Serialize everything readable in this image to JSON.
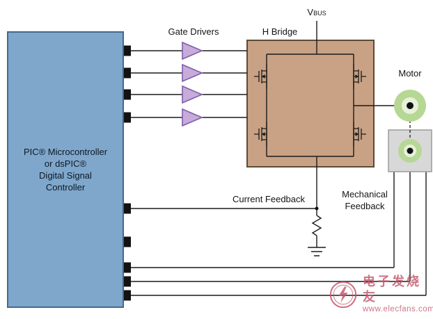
{
  "controller": {
    "lines": [
      "PIC® Microcontroller",
      "or dsPIC®",
      "Digital Signal",
      "Controller"
    ]
  },
  "labels": {
    "gate_drivers": "Gate Drivers",
    "h_bridge": "H Bridge",
    "vbus_main": "V",
    "vbus_sub": "BUS",
    "motor": "Motor",
    "current_feedback": "Current Feedback",
    "mechanical_feedback": [
      "Mechanical",
      "Feedback"
    ]
  },
  "watermark": {
    "site_name": "电子发烧友",
    "site_url": "www.elecfans.com"
  },
  "colors": {
    "controller_fill": "#7FA7CB",
    "controller_border": "#44688C",
    "pin": "#121212",
    "driver_fill": "#C7ABDB",
    "driver_border": "#7E5FA8",
    "bridge_fill": "#C9A184",
    "bridge_border": "#5D4A35",
    "wire": "#1A1A1A",
    "motor_outer": "#B7D795",
    "motor_inner": "#E6F1DA",
    "sensor_fill": "#D8D8D8",
    "sensor_border": "#9B9B9B",
    "watermark": "#C3566B"
  }
}
